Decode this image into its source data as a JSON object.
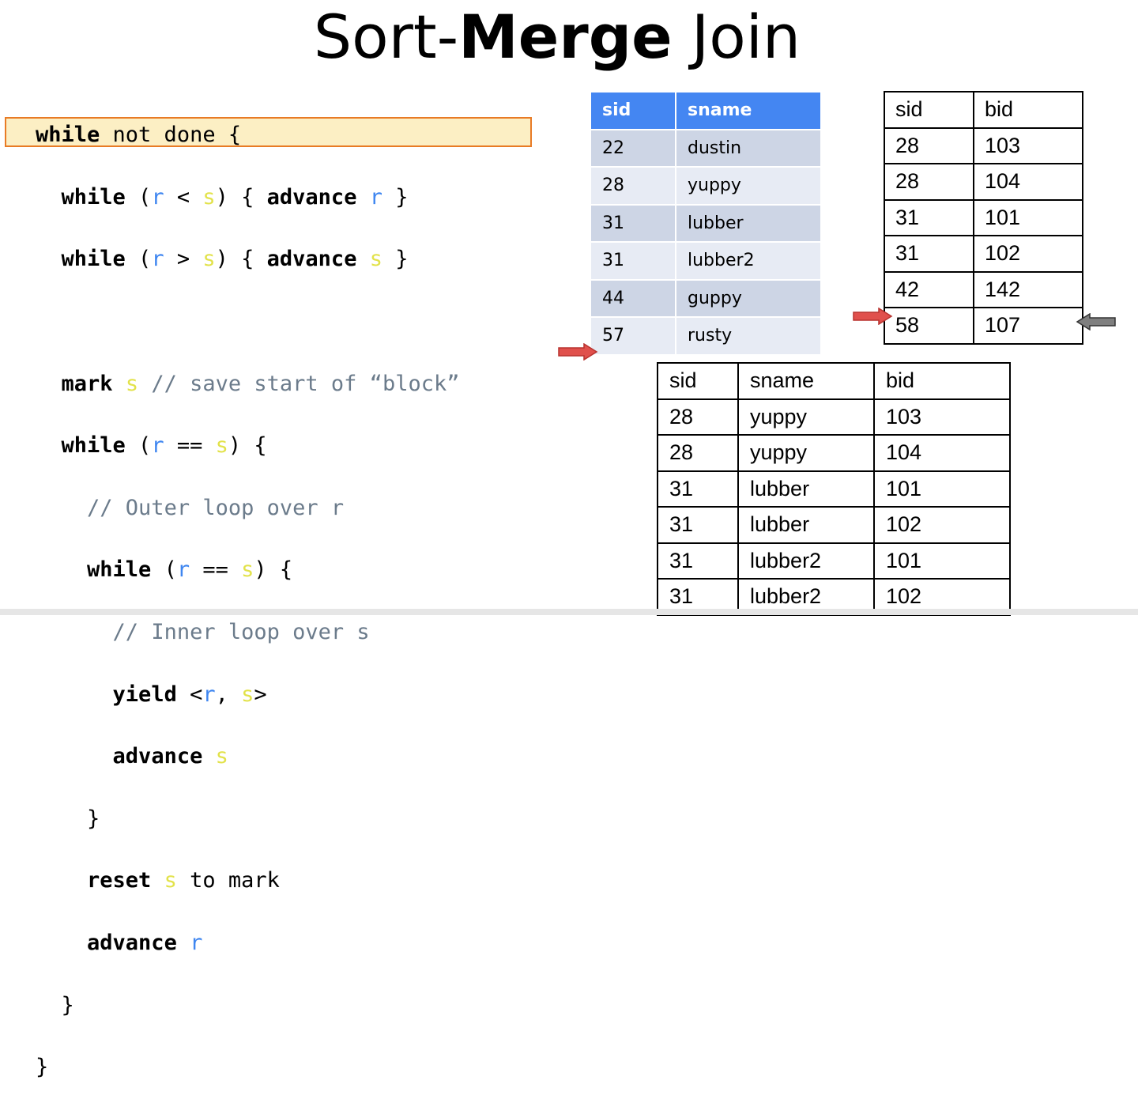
{
  "title": {
    "prefix": "Sort-",
    "bold": "Merge",
    "suffix": " Join"
  },
  "code_tokens": {
    "while": "while",
    "not_done": " not done {",
    "advance": "advance",
    "mark": "mark",
    "yield": "yield",
    "reset": "reset",
    "to_mark": " to mark",
    "r": "r",
    "s": "s"
  },
  "code_comments": {
    "save_block": "// save start of “block”",
    "outer_loop": "// Outer loop over r",
    "inner_loop": "// Inner loop over s"
  },
  "sailors": {
    "headers": [
      "sid",
      "sname"
    ],
    "rows": [
      [
        "22",
        "dustin"
      ],
      [
        "28",
        "yuppy"
      ],
      [
        "31",
        "lubber"
      ],
      [
        "31",
        "lubber2"
      ],
      [
        "44",
        "guppy"
      ],
      [
        "57",
        "rusty"
      ]
    ]
  },
  "reserves": {
    "headers": [
      "sid",
      "bid"
    ],
    "rows": [
      [
        "28",
        "103"
      ],
      [
        "28",
        "104"
      ],
      [
        "31",
        "101"
      ],
      [
        "31",
        "102"
      ],
      [
        "42",
        "142"
      ],
      [
        "58",
        "107"
      ]
    ]
  },
  "result": {
    "headers": [
      "sid",
      "sname",
      "bid"
    ],
    "rows": [
      [
        "28",
        "yuppy",
        "103"
      ],
      [
        "28",
        "yuppy",
        "104"
      ],
      [
        "31",
        "lubber",
        "101"
      ],
      [
        "31",
        "lubber",
        "102"
      ],
      [
        "31",
        "lubber2",
        "101"
      ],
      [
        "31",
        "lubber2",
        "102"
      ]
    ]
  },
  "colors": {
    "r_var": "#3f86f0",
    "s_var": "#e2e24a",
    "comment": "#6b7b8b",
    "highlight_fill": "#fcefc4",
    "highlight_border": "#e87b25",
    "table_header": "#4486f2",
    "row_odd": "#cdd5e5",
    "row_even": "#e7ebf4",
    "red_arrow": "#e0504c",
    "gray_arrow": "#7f7f7f"
  }
}
